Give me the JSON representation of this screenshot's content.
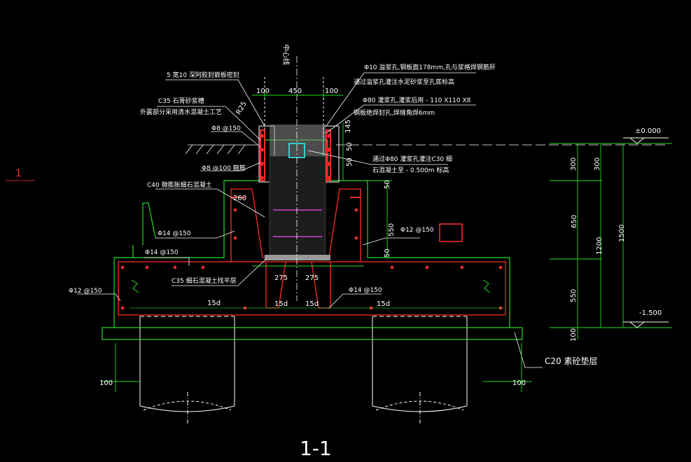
{
  "colors": {
    "background": "#000000",
    "concrete_outline": "#ff2a2a",
    "foundation_outline": "#22dd22",
    "leader": "#ffffff",
    "rebar": "#ff2a2a",
    "dimension": "#22dd22",
    "text": "#ffffff",
    "stirrup": "#cc44cc",
    "highlight": "#33cccc",
    "pile": "#ffffff"
  },
  "drawing": {
    "section_title": "1-1",
    "section_marker": "1",
    "axis_label": "中心线",
    "level_top": "±0.000",
    "level_bottom": "-1.500"
  },
  "annotations": {
    "a1": "5 宽10 深阿胶封嵌板密封",
    "a2": "C35 石膏砂浆槽",
    "a3": "外露部分采用清水混凝土工艺",
    "a4": "Φ8 @150",
    "a5": "Φ8 @100 箍筋",
    "a6": "C40 微膨胀细石混凝土",
    "a7": "Φ14 @150",
    "a8": "Φ14 @150",
    "a9": "C35 细石混凝土找平层",
    "a10": "Φ12 @150",
    "a11": "Φ10 溢浆孔,钢板面178mm,孔与浆格焊钢筋肝",
    "a12": "通过溢浆孔灌注水泥砂浆至孔底标高",
    "a13": "Φ80 灌浆孔,灌浆后用 - 110 X110 X8",
    "a14": "钢板绝焊封孔,焊缝角焊6mm",
    "a15": "通过Φ80 灌浆孔灌注C30 细",
    "a16": "石混凝土至 - 0.500m 标高",
    "a17": "Φ12 @150",
    "a18": "Φ14 @150",
    "a19": "C20 素砼垫层",
    "r25": "R25",
    "d260": "260"
  },
  "dimensions": {
    "top_left": "100",
    "top_mid": "450",
    "top_right": "100",
    "gap_145": "145",
    "gap_50a": "50",
    "gap_50b": "50",
    "gap_50c": "50",
    "gap_50d": "50",
    "h550_side": "550",
    "base_275a": "275",
    "base_275b": "275",
    "anchor_15d_1": "15d",
    "anchor_15d_2": "15d",
    "anchor_15d_3": "15d",
    "anchor_15d_4": "15d",
    "right_300a": "300",
    "right_300b": "300",
    "right_650": "650",
    "right_1200": "1200",
    "right_550": "550",
    "right_100": "100",
    "right_1500": "1500",
    "bottom_left_100": "100",
    "bottom_right_100": "100"
  }
}
